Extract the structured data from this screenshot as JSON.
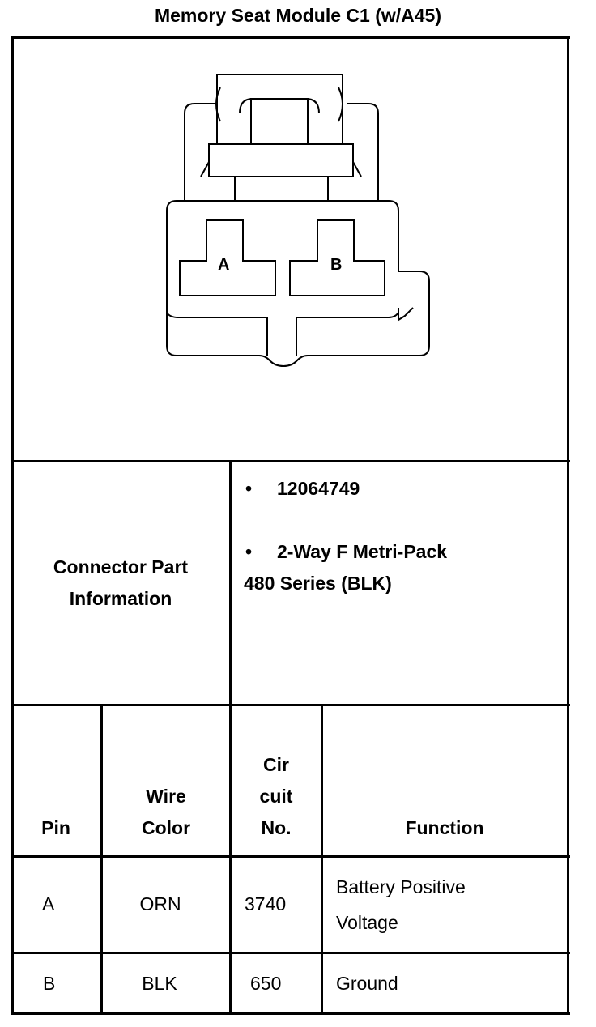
{
  "title": "Memory Seat Module C1 (w/A45)",
  "connector": {
    "cavity_labels": [
      "A",
      "B"
    ]
  },
  "part_info": {
    "label_line1": "Connector Part",
    "label_line2": "Information",
    "bullet": "•",
    "part_number": "12064749",
    "description_line1": "2-Way F Metri-Pack",
    "description_line2": "480 Series (BLK)"
  },
  "pin_table": {
    "headers": {
      "pin": "Pin",
      "wire_color_line1": "Wire",
      "wire_color_line2": "Color",
      "circuit_line1": "Cir",
      "circuit_line2": "cuit",
      "circuit_line3": "No.",
      "function": "Function"
    },
    "rows": [
      {
        "pin": "A",
        "wire_color": "ORN",
        "circuit": "3740",
        "function_line1": "Battery Positive",
        "function_line2": "Voltage"
      },
      {
        "pin": "B",
        "wire_color": "BLK",
        "circuit": "650",
        "function_line1": "Ground",
        "function_line2": ""
      }
    ]
  }
}
